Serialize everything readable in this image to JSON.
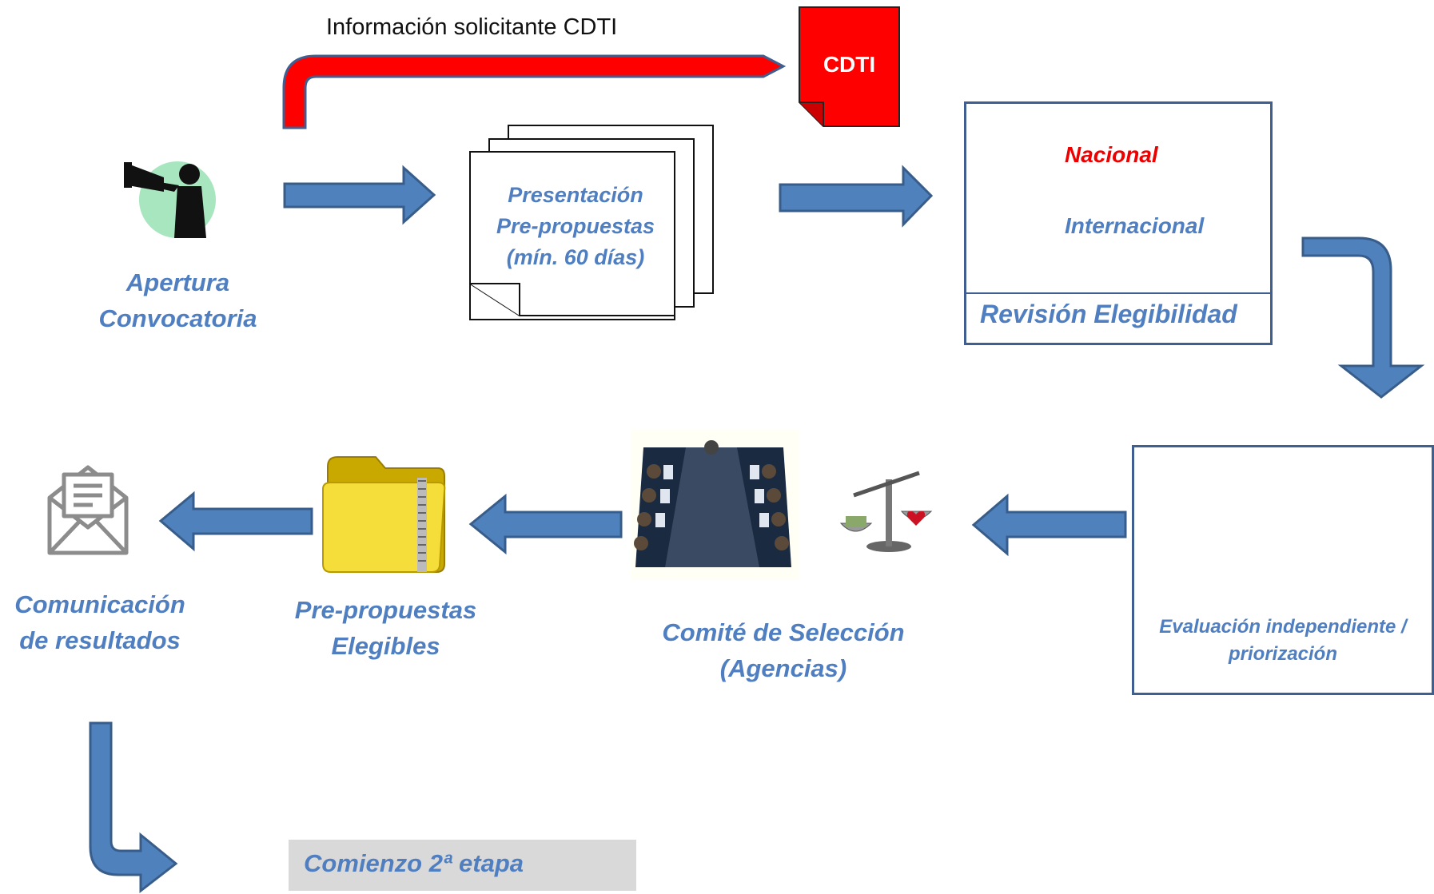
{
  "top_label": "Información solicitante CDTI",
  "cdti_doc": {
    "label": "CDTI",
    "color": "#ff0000"
  },
  "apertura": {
    "line1": "Apertura",
    "line2": "Convocatoria",
    "icon": "megaphone-speaker-icon"
  },
  "presentacion": {
    "line1": "Presentación",
    "line2": "Pre-propuestas",
    "line3": "(mín. 60 días)",
    "icon": "document-stack-icon"
  },
  "revision": {
    "title": "Revisión Elegibilidad",
    "nacional": "Nacional",
    "internacional": "Internacional",
    "nacional_color": "#ee0000",
    "warning_icon": "warning-triangle-icon",
    "check_icon": "clipboard-checklist-icon"
  },
  "evaluacion": {
    "line1": "Evaluación independiente /",
    "line2": "priorización",
    "icon": "people-at-computers-icon"
  },
  "comite": {
    "line1": "Comité de Selección",
    "line2": "(Agencias)",
    "icon": "meeting-table-icon",
    "scale_icon": "balance-scale-icon"
  },
  "elegibles": {
    "line1": "Pre-propuestas",
    "line2": "Elegibles",
    "icon": "yellow-folder-icon"
  },
  "comunicacion": {
    "line1": "Comunicación",
    "line2": "de resultados",
    "icon": "envelope-icon"
  },
  "comienzo": "Comienzo 2ª etapa",
  "colors": {
    "arrow_fill": "#4f81bd",
    "arrow_stroke": "#385d8a",
    "label": "#4f7fc1"
  }
}
